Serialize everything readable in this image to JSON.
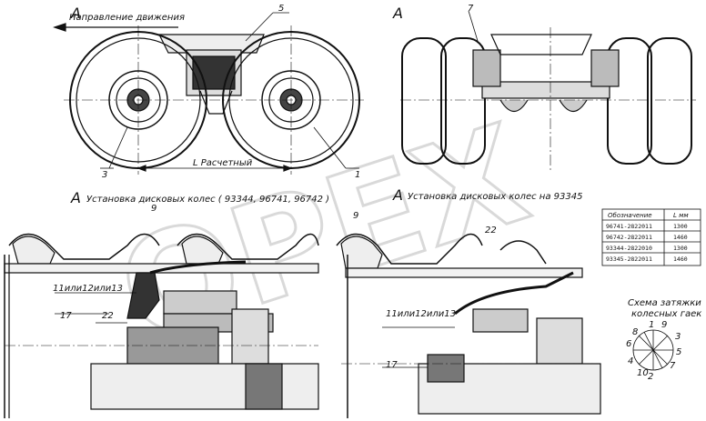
{
  "direction_label": "Направление движения",
  "view_letter_left": "A",
  "view_letter_right": "A",
  "dimension_label": "L  Расчетный",
  "caption_left": "Установка дисковых колес ( 93344, 96741, 96742 )",
  "caption_right": "Установка дисковых колес на 93345",
  "section_letter_left": "A",
  "section_letter_right": "A",
  "callouts": {
    "c5": "5",
    "c3": "3",
    "c1": "1",
    "c7": "7",
    "c9_left": "9",
    "c9_right": "9",
    "c22_right": "22",
    "c11_left": "11или12или13",
    "c22_left": "22",
    "c17_left": "17",
    "c11_right": "11или12или13",
    "c17_right": "17"
  },
  "table": {
    "header_col1": "Обозначение",
    "header_col2": "L  мм",
    "rows": [
      {
        "code": "96741-2822011",
        "value": "1300"
      },
      {
        "code": "96742-2822011",
        "value": "1460"
      },
      {
        "code": "93344-2822010",
        "value": "1300"
      },
      {
        "code": "93345-2822011",
        "value": "1460"
      }
    ]
  },
  "scheme_title_line1": "Схема затяжки",
  "scheme_title_line2": "колесных гаек",
  "bolt_numbers": [
    "1",
    "2",
    "3",
    "4",
    "5",
    "6",
    "7",
    "8",
    "9",
    "10"
  ],
  "watermark": "OPEX"
}
